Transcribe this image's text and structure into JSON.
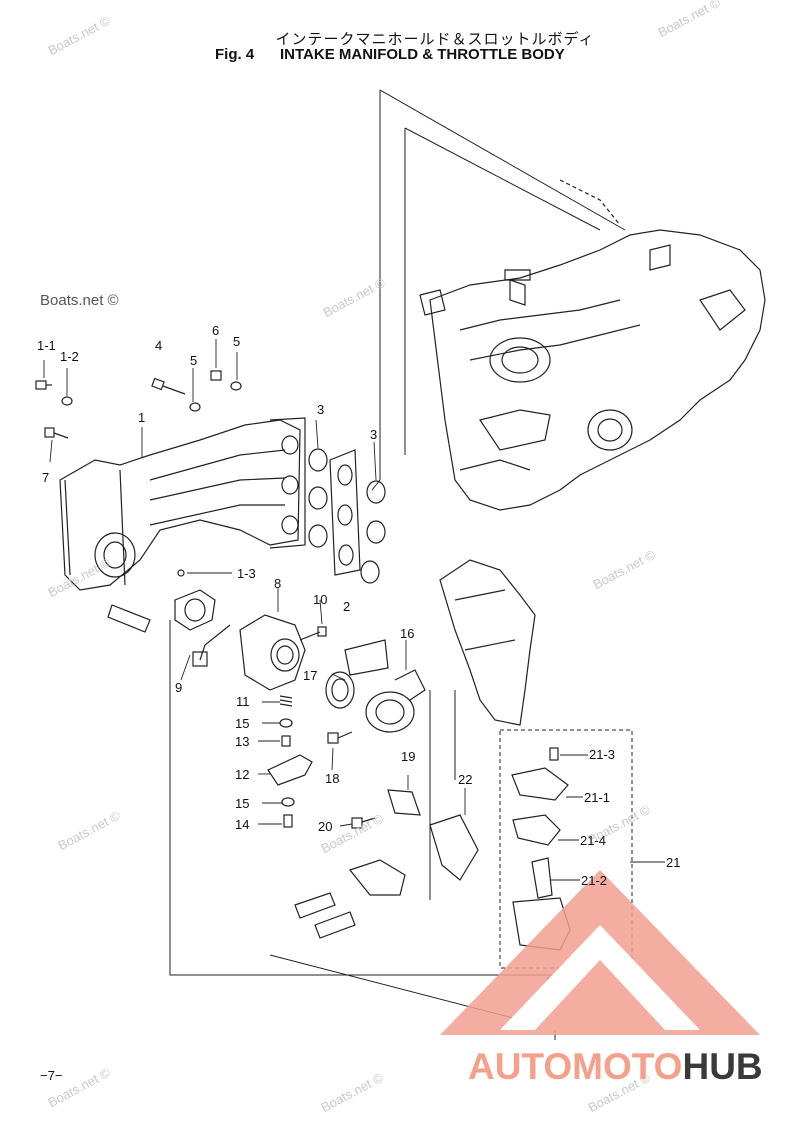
{
  "header": {
    "title_jp": "インテークマニホールド＆スロットルボディ",
    "fig_no": "Fig. 4",
    "fig_title": "INTAKE MANIFOLD & THROTTLE BODY"
  },
  "watermark": "Boats.net ©",
  "callouts": [
    {
      "id": "c11",
      "text": "1-1"
    },
    {
      "id": "c12",
      "text": "1-2"
    },
    {
      "id": "c4",
      "text": "4"
    },
    {
      "id": "c6",
      "text": "6"
    },
    {
      "id": "c5a",
      "text": "5"
    },
    {
      "id": "c5b",
      "text": "5"
    },
    {
      "id": "c1",
      "text": "1"
    },
    {
      "id": "c7",
      "text": "7"
    },
    {
      "id": "c3a",
      "text": "3"
    },
    {
      "id": "c3b",
      "text": "3"
    },
    {
      "id": "c13b",
      "text": "1-3"
    },
    {
      "id": "c8",
      "text": "8"
    },
    {
      "id": "c2",
      "text": "2"
    },
    {
      "id": "c10",
      "text": "10"
    },
    {
      "id": "c16",
      "text": "16"
    },
    {
      "id": "c17",
      "text": "17"
    },
    {
      "id": "c9",
      "text": "9"
    },
    {
      "id": "c11b",
      "text": "11"
    },
    {
      "id": "c15a",
      "text": "15"
    },
    {
      "id": "c13",
      "text": "13"
    },
    {
      "id": "c12b",
      "text": "12"
    },
    {
      "id": "c15b",
      "text": "15"
    },
    {
      "id": "c14",
      "text": "14"
    },
    {
      "id": "c18",
      "text": "18"
    },
    {
      "id": "c19",
      "text": "19"
    },
    {
      "id": "c22",
      "text": "22"
    },
    {
      "id": "c20",
      "text": "20"
    },
    {
      "id": "c213",
      "text": "21-3"
    },
    {
      "id": "c211",
      "text": "21-1"
    },
    {
      "id": "c214",
      "text": "21-4"
    },
    {
      "id": "c21",
      "text": "21"
    },
    {
      "id": "c212",
      "text": "21-2"
    }
  ],
  "page_number": "−7−",
  "logo": {
    "text_a": "AUTOMOTO",
    "text_b": "HUB",
    "color_accent": "#f4a08a",
    "color_dark": "#3a3a3a"
  }
}
